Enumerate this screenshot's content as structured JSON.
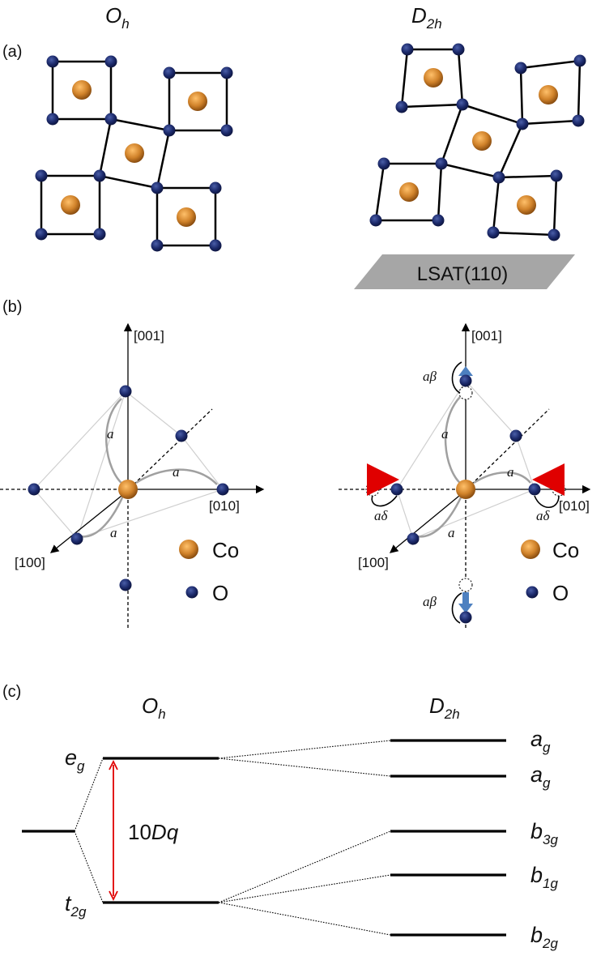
{
  "panel_a": {
    "label": "(a)",
    "left_title": {
      "main": "O",
      "sub": "h"
    },
    "right_title": {
      "main": "D",
      "sub": "2h"
    },
    "substrate": "LSAT(110)"
  },
  "panel_b": {
    "label": "(b)",
    "axis_001": "[001]",
    "axis_010": "[010]",
    "axis_100": "[100]",
    "bond_label": "a",
    "beta_label": "aβ",
    "delta_label": "aδ",
    "legend": [
      {
        "name": "Co",
        "color": "#d0822a"
      },
      {
        "name": "O",
        "color": "#1c2a6b"
      }
    ]
  },
  "panel_c": {
    "label": "(c)",
    "left_title": {
      "main": "O",
      "sub": "h"
    },
    "right_title": {
      "main": "D",
      "sub": "2h"
    },
    "eg": {
      "main": "e",
      "sub": "g"
    },
    "t2g": {
      "main": "t",
      "sub": "2g"
    },
    "splitting": {
      "pre": "10",
      "it": "Dq"
    },
    "levels": [
      {
        "main": "a",
        "sub": "g"
      },
      {
        "main": "a",
        "sub": "g"
      },
      {
        "main": "b",
        "sub": "3g"
      },
      {
        "main": "b",
        "sub": "1g"
      },
      {
        "main": "b",
        "sub": "2g"
      }
    ]
  },
  "colors": {
    "co": "#d0822a",
    "o": "#1c2a6b",
    "arrow_red": "#e00000",
    "arrow_blue": "#4d80c0",
    "substrate": "#a6a6a6"
  }
}
